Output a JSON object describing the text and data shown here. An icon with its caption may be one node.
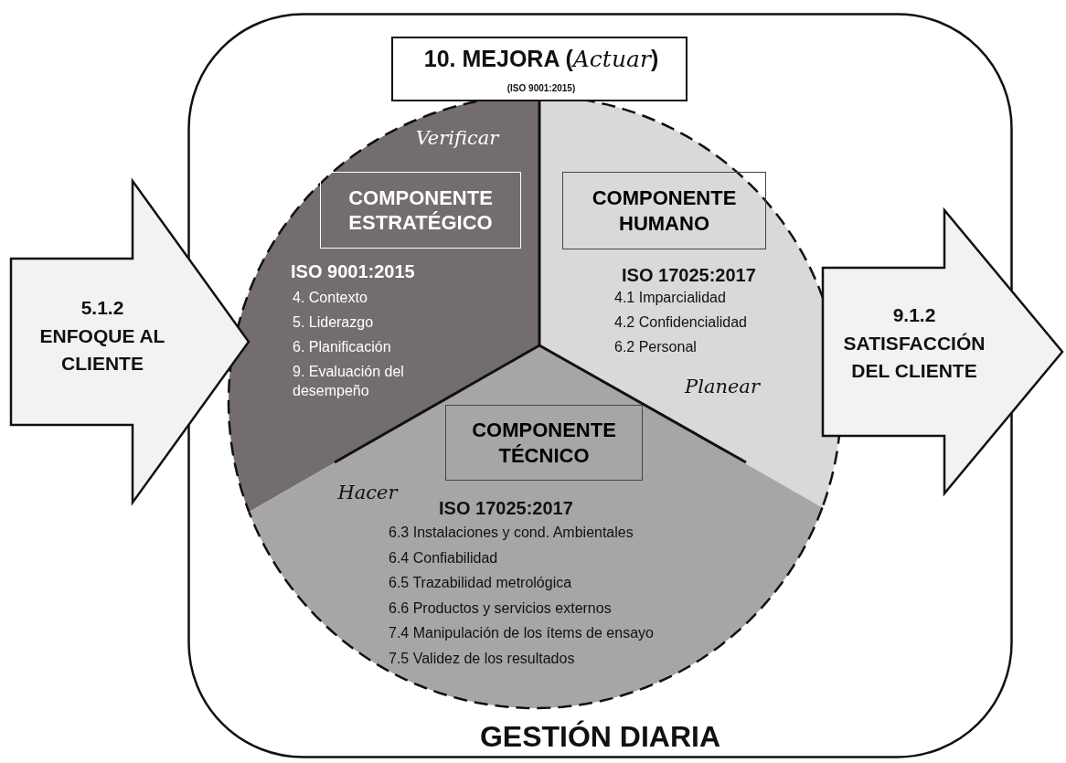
{
  "diagram": {
    "nodes": [
      {
        "text": [
          "GESTIÓN DIARIA"
        ]
      },
      {
        "text": [
          "10. MEJORA (*Actuar*)",
          "(ISO 9001:2015)"
        ],
        "in": 0
      },
      {
        "text": [
          "Verificar",
          "ISO 9001:2015",
          "4. Contexto",
          "5. Liderazgo",
          "6. Planificación",
          "9. Evaluación del desempeño"
        ],
        "in": 0
      },
      {
        "text": [
          "COMPONENTE ESTRATÉGICO"
        ],
        "in": 2
      },
      {
        "text": [
          "ISO 17025:2017",
          "4.1 Imparcialidad",
          "4.2 Confidencialidad",
          "6.2 Personal",
          "Planear"
        ],
        "in": 0
      },
      {
        "text": [
          "COMPONENTE HUMANO"
        ],
        "in": 4
      },
      {
        "text": [
          "Hacer",
          "ISO 17025:2017",
          "6.3 Instalaciones y cond. Ambientales",
          "6.4 Confiabilidad",
          "6.5 Trazabilidad metrológica",
          "6.6 Productos y servicios externos",
          "7.4 Manipulación de los ítems de ensayo",
          "7.5 Validez de los resultados"
        ],
        "in": 0
      },
      {
        "text": [
          "COMPONENTE TÉCNICO"
        ],
        "in": 6
      },
      {
        "text": [
          "5.1.2",
          "ENFOQUE AL CLIENTE"
        ]
      },
      {
        "text": [
          "9.1.2",
          "SATISFACCIÓN DEL CLIENTE"
        ]
      }
    ]
  }
}
